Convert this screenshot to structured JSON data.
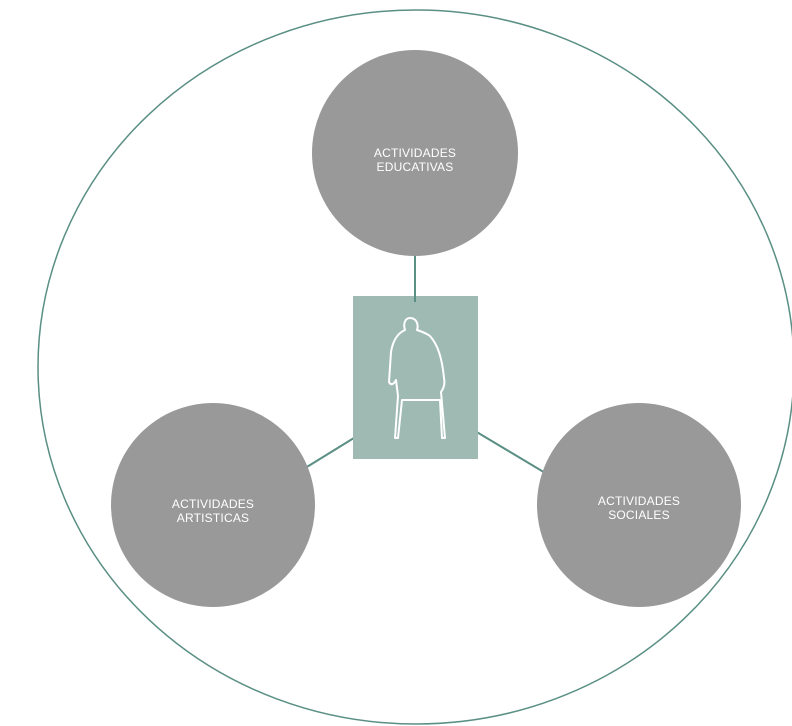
{
  "colors": {
    "outer_ring": "#5a8f84",
    "connector": "#5a8f84",
    "node_fill": "#9a9999",
    "center_box": "#9fbab2",
    "figure": "#ffffff",
    "label_text": "#ffffff"
  },
  "center": {
    "icon": "standing-person-icon"
  },
  "nodes": [
    {
      "id": "educativas",
      "line1": "ACTIVIDADES",
      "line2": "EDUCATIVAS"
    },
    {
      "id": "artisticas",
      "line1": "ACTIVIDADES",
      "line2": "ARTISTICAS"
    },
    {
      "id": "sociales",
      "line1": "ACTIVIDADES",
      "line2": "SOCIALES"
    }
  ]
}
